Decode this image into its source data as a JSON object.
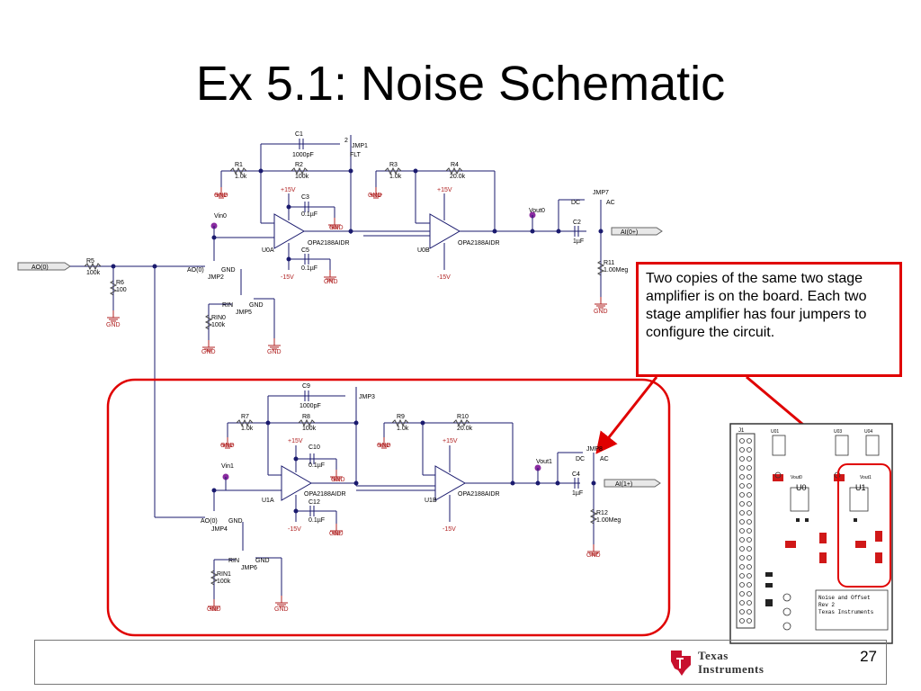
{
  "slide": {
    "title": "Ex 5.1: Noise Schematic",
    "page_number": "27"
  },
  "callout": {
    "text": "Two copies of the same two stage amplifier is on the board. Each two stage amplifier has four jumpers to configure the circuit."
  },
  "logo": {
    "line1": "Texas",
    "line2": "Instruments"
  },
  "colors": {
    "wire": "#0000aa",
    "gnd": "#b02020",
    "part": "#1a1a6e",
    "highlight": "#e00000",
    "node": "#8a2ba0"
  },
  "schematic": {
    "top": {
      "c1": "C1",
      "c1_val": "1000pF",
      "jmp1": "JMP1",
      "flt": "FLT",
      "pin2": "2",
      "r1": "R1",
      "r1_val": "1.0k",
      "r2": "R2",
      "r2_val": "100k",
      "r3": "R3",
      "r3_val": "1.0k",
      "r4": "R4",
      "r4_val": "20.0k",
      "c3": "C3",
      "c3_val": "0.1µF",
      "c5": "C5",
      "c5_val": "0.1µF",
      "p15a": "+15V",
      "m15a": "-15V",
      "p15b": "+15V",
      "m15b": "-15V",
      "u0a": "U0A",
      "u0a_part": "OPA2188AIDR",
      "u0b": "U0B",
      "u0b_part": "OPA2188AIDR",
      "vin0": "Vin0",
      "vout0": "Vout0",
      "jmp7": "JMP7",
      "dc": "DC",
      "ac": "AC",
      "c2": "C2",
      "c2_val": "1µF",
      "r11": "R11",
      "r11_val": "1.00Meg",
      "ai0": "AI(0+)",
      "ao0": "AO(0)",
      "r5": "R5",
      "r5_val": "100k",
      "r6": "R6",
      "r6_val": "100",
      "jmp2_ao": "AO(0)",
      "jmp2_gnd": "GND",
      "jmp2": "JMP2",
      "jmp5_rin": "RIN",
      "jmp5_gnd": "GND",
      "jmp5": "JMP5",
      "rin0": "RIN0",
      "rin0_val": "100k",
      "gnd": "GND"
    },
    "bottom": {
      "c9": "C9",
      "c9_val": "1000pF",
      "jmp3": "JMP3",
      "r7": "R7",
      "r7_val": "1.0k",
      "r8": "R8",
      "r8_val": "100k",
      "r9": "R9",
      "r9_val": "1.0k",
      "r10": "R10",
      "r10_val": "20.0k",
      "c10": "C10",
      "c10_val": "0.1µF",
      "c12": "C12",
      "c12_val": "0.1µF",
      "p15a": "+15V",
      "m15a": "-15V",
      "p15b": "+15V",
      "m15b": "-15V",
      "u1a": "U1A",
      "u1a_part": "OPA2188AIDR",
      "u1b": "U1B",
      "u1b_part": "OPA2188AIDR",
      "vin1": "Vin1",
      "vout1": "Vout1",
      "jmp8": "JMP8",
      "dc": "DC",
      "ac": "AC",
      "c4": "C4",
      "c4_val": "1µF",
      "r12": "R12",
      "r12_val": "1.00Meg",
      "ai1": "AI(1+)",
      "jmp4_ao": "AO(0)",
      "jmp4_gnd": "GND",
      "jmp4": "JMP4",
      "jmp6_rin": "RIN",
      "jmp6_gnd": "GND",
      "jmp6": "JMP6",
      "rin1": "RIN1",
      "rin1_val": "100k",
      "gnd": "GND"
    }
  },
  "board": {
    "j1": "J1",
    "u0": "U0",
    "u1": "U1",
    "u01": "U01",
    "u03": "U03",
    "u04": "U04",
    "vout0": "Vout0",
    "vout1": "Vout1",
    "title_line1": "Noise and Offset",
    "title_line2": "Rev 2",
    "title_line3": "Texas Instruments"
  }
}
